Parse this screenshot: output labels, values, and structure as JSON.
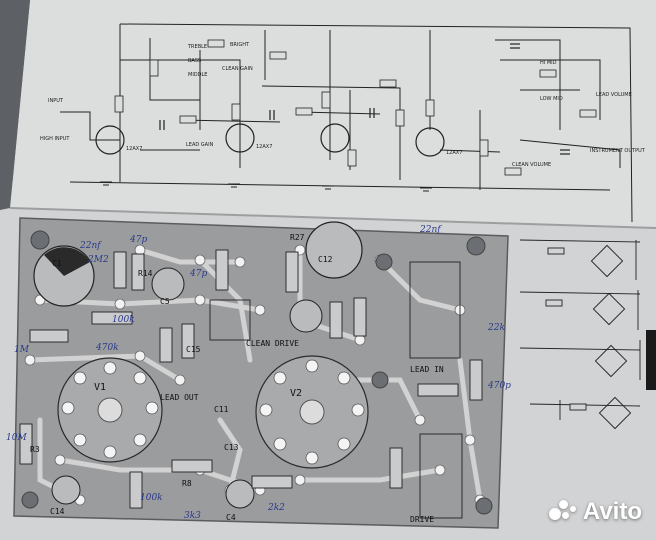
{
  "schematic_labels": {
    "input": "INPUT",
    "input_jack": "HIGH INPUT",
    "treble": "TREBLE",
    "bass": "BASS",
    "middle": "MIDDLE",
    "bright": "BRIGHT",
    "clean_gain": "CLEAN GAIN",
    "lead_gain": "LEAD GAIN",
    "clean_volume": "CLEAN VOLUME",
    "instrument_output": "INSTRUMENT OUTPUT",
    "tube_1": "12AX7",
    "tube_2": "12AX7",
    "tube_3": "12AX7",
    "hi_mid": "HI MID",
    "low_mid": "LOW MID",
    "lead_volume": "LEAD VOLUME"
  },
  "pcb_labels": {
    "c1": "C1",
    "c12": "C12",
    "c5": "C5",
    "c15": "C15",
    "c11": "C11",
    "c13": "C13",
    "c14": "C14",
    "c4": "C4",
    "v1": "V1",
    "v2": "V2",
    "r14": "R14",
    "r27": "R27",
    "r3": "R3",
    "r8": "R8",
    "lead_out": "LEAD OUT",
    "clean_drive": "CLEAN DRIVE",
    "drive": "DRIVE",
    "lead_in": "LEAD IN"
  },
  "handwritten": {
    "h1": "22nf",
    "h2": "47p",
    "h3": "100k",
    "h4": "2M2",
    "h5": "22nf",
    "h6": "470k",
    "h7": "10M",
    "h8": "47p",
    "h9": "22k",
    "h10": "2k2",
    "h11": "1M",
    "h12": "3k3",
    "h13": "470p",
    "h14": "100k"
  },
  "watermark": {
    "brand": "Avito"
  },
  "colors": {
    "paper": "#d9dadb",
    "pcb_grey": "#9a9c9e",
    "ink": "#1c1c1c",
    "handwriting": "#2b3a8a",
    "background": "#6b6e72"
  }
}
